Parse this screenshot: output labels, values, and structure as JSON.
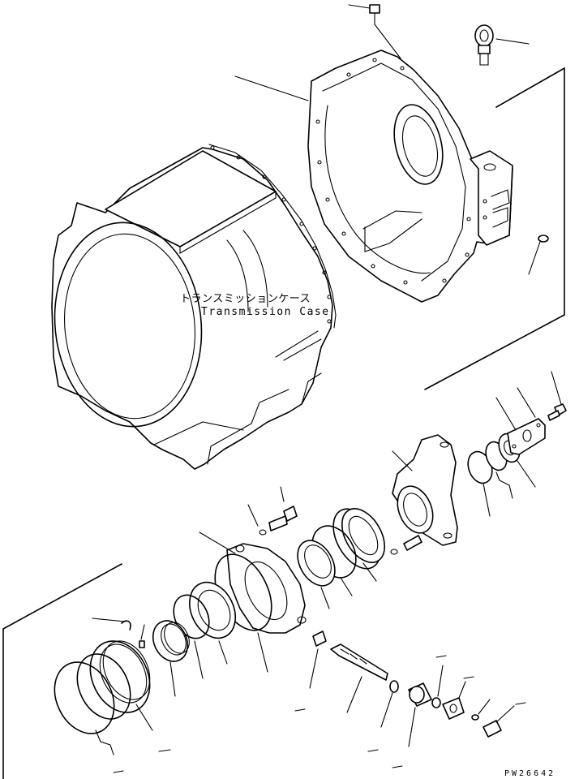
{
  "diagram": {
    "label_jp": "トランスミッションケース",
    "label_en": "Transmission Case",
    "figure_code": "PW26642"
  }
}
